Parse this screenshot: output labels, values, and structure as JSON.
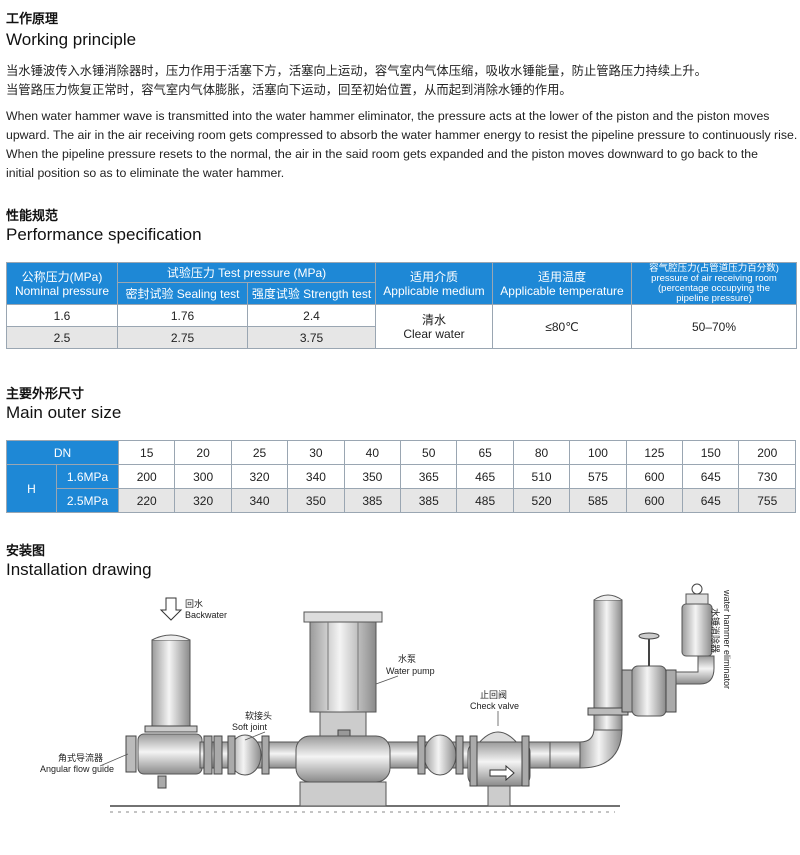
{
  "sections": {
    "working": {
      "title_cn": "工作原理",
      "title_en": "Working principle",
      "cn_lines": [
        "当水锤波传入水锤消除器时，压力作用于活塞下方，活塞向上运动，容气室内气体压缩，吸收水锤能量，防止管路压力持续上升。",
        "当管路压力恢复正常时，容气室内气体膨胀，活塞向下运动，回至初始位置，从而起到消除水锤的作用。"
      ],
      "en_lines": [
        "When water hammer wave is transmitted into the water hammer eliminator, the pressure acts at the lower of the piston and the piston moves",
        "upward. The air in the air receiving room gets compressed to absorb the water hammer energy to resist the pipeline pressure to continuously rise.",
        "When the pipeline pressure resets to the normal, the air in the said room gets expanded and the piston moves downward to go back to the",
        "initial position so as to eliminate the water hammer."
      ]
    },
    "performance": {
      "title_cn": "性能规范",
      "title_en": "Performance specification",
      "headers": {
        "nominal_cn": "公称压力(MPa)",
        "nominal_en": "Nominal pressure",
        "test_group": "试验压力 Test pressure (MPa)",
        "sealing": "密封试验 Sealing test",
        "strength": "强度试验 Strength test",
        "medium_cn": "适用介质",
        "medium_en": "Applicable medium",
        "temp_cn": "适用温度",
        "temp_en": "Applicable temperature",
        "air_cn": "容气腔压力(占管道压力百分数)",
        "air_en1": "pressure of air receiving room",
        "air_en2": "(percentage occupying the",
        "air_en3": "pipeline pressure)"
      },
      "rows": [
        {
          "nominal": "1.6",
          "sealing": "1.76",
          "strength": "2.4"
        },
        {
          "nominal": "2.5",
          "sealing": "2.75",
          "strength": "3.75"
        }
      ],
      "medium_cn": "清水",
      "medium_en": "Clear water",
      "temperature": "≤80℃",
      "air_pressure": "50–70%"
    },
    "size": {
      "title_cn": "主要外形尺寸",
      "title_en": "Main outer size",
      "dn_label": "DN",
      "h_label": "H",
      "dn": [
        "15",
        "20",
        "25",
        "30",
        "40",
        "50",
        "65",
        "80",
        "100",
        "125",
        "150",
        "200"
      ],
      "rows": [
        {
          "label": "1.6MPa",
          "values": [
            "200",
            "300",
            "320",
            "340",
            "350",
            "365",
            "465",
            "510",
            "575",
            "600",
            "645",
            "730"
          ]
        },
        {
          "label": "2.5MPa",
          "values": [
            "220",
            "320",
            "340",
            "350",
            "385",
            "385",
            "485",
            "520",
            "585",
            "600",
            "645",
            "755"
          ]
        }
      ]
    },
    "install": {
      "title_cn": "安装图",
      "title_en": "Installation drawing",
      "labels": {
        "backwater_cn": "回水",
        "backwater_en": "Backwater",
        "soft_cn": "软接头",
        "soft_en": "Soft joint",
        "pump_cn": "水泵",
        "pump_en": "Water pump",
        "check_cn": "止回阀",
        "check_en": "Check valve",
        "angular_cn": "角式导流器",
        "angular_en": "Angular flow guide",
        "eliminator_en": "water hammer eliminator",
        "eliminator_cn": "水锤消除器"
      }
    }
  },
  "colors": {
    "header_blue": "#1e88d6",
    "row_gray": "#e6e6e6"
  }
}
